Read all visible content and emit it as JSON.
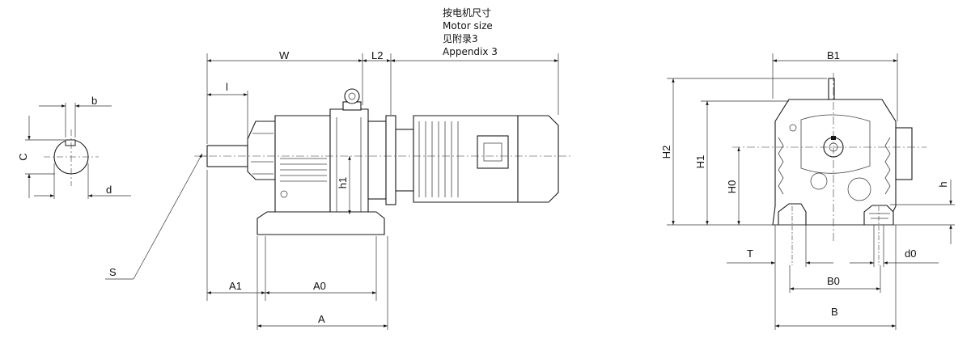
{
  "note": {
    "line1": "按电机尺寸",
    "line2": "Motor size",
    "line3": "见附录3",
    "line4": "Appendix 3"
  },
  "dimensions": {
    "shaft": {
      "b": "b",
      "c": "C",
      "d": "d"
    },
    "side": {
      "w": "W",
      "l2": "L2",
      "l": "l",
      "h1": "h1",
      "s": "S",
      "a1": "A1",
      "a0": "A0",
      "a": "A"
    },
    "end": {
      "b1": "B1",
      "h2": "H2",
      "h1": "H1",
      "h0": "H0",
      "h": "h",
      "t": "T",
      "d0": "d0",
      "b0": "B0",
      "b": "B"
    }
  }
}
